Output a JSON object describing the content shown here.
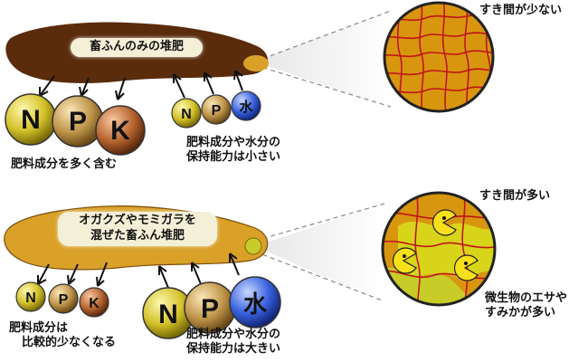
{
  "top": {
    "pile_label": "畜ふんのみの堆肥",
    "zoom_caption": "すき間が少ない",
    "nutrients": [
      "N",
      "P",
      "K"
    ],
    "retention": [
      "N",
      "P",
      "水"
    ],
    "nutrient_caption": "肥料成分を多く含む",
    "retention_caption_1": "肥料成分や水分の",
    "retention_caption_2": "保持能力は小さい"
  },
  "bottom": {
    "pile_label_1": "オガクズやモミガラを",
    "pile_label_2": "混ぜた畜ふん堆肥",
    "zoom_caption": "すき間が多い",
    "microbe_caption_1": "微生物のエサや",
    "microbe_caption_2": "すみかが多い",
    "nutrients": [
      "N",
      "P",
      "K"
    ],
    "retention": [
      "N",
      "P",
      "水"
    ],
    "nutrient_caption_1": "肥料成分は",
    "nutrient_caption_2": "比較的少なくなる",
    "retention_caption_1": "肥料成分や水分の",
    "retention_caption_2": "保持能力は大きい"
  },
  "colors": {
    "manure_dark": "#5a2c0c",
    "manure_light": "#d9a128",
    "zoom_fill": "#d8960e",
    "zoom_outline": "#222222",
    "grain_line": "#c0141a",
    "microbe": "#f7e01a",
    "water": "#2b53d8",
    "circle_N": "#c8b416",
    "circle_P": "#b89040",
    "circle_K": "#b05a2a"
  }
}
